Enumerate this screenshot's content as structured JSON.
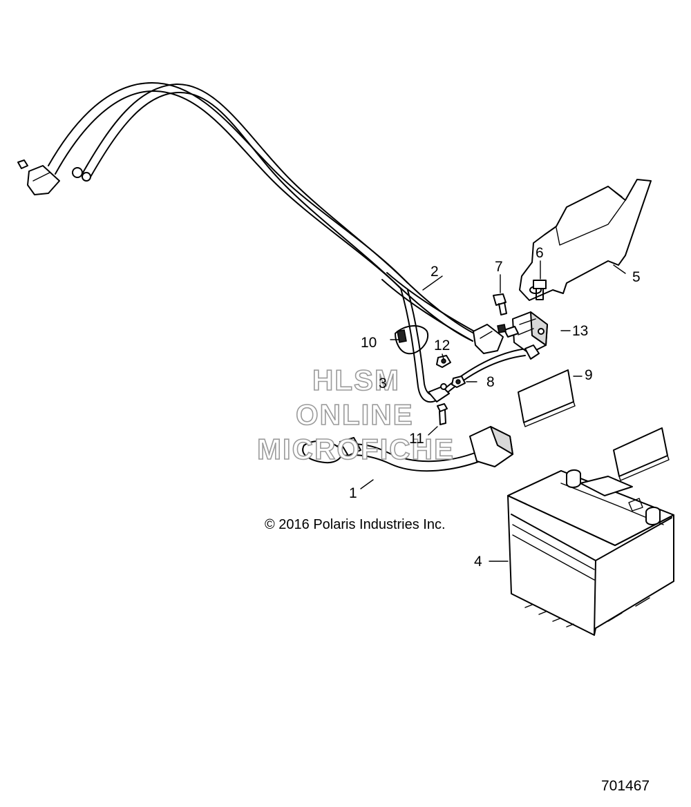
{
  "callouts": {
    "c1": "1",
    "c2": "2",
    "c3": "3",
    "c4": "4",
    "c5": "5",
    "c6": "6",
    "c7": "7",
    "c8": "8",
    "c9": "9",
    "c10": "10",
    "c11": "11",
    "c12": "12",
    "c13": "13"
  },
  "watermark": {
    "line1": "HLSM",
    "line2": "ONLINE",
    "line3": "MICROFICHE"
  },
  "copyright": "© 2016 Polaris Industries Inc.",
  "drawing_number": "701467",
  "colors": {
    "line": "#000000",
    "watermark_outline": "#9a9a9a",
    "background": "#ffffff"
  }
}
